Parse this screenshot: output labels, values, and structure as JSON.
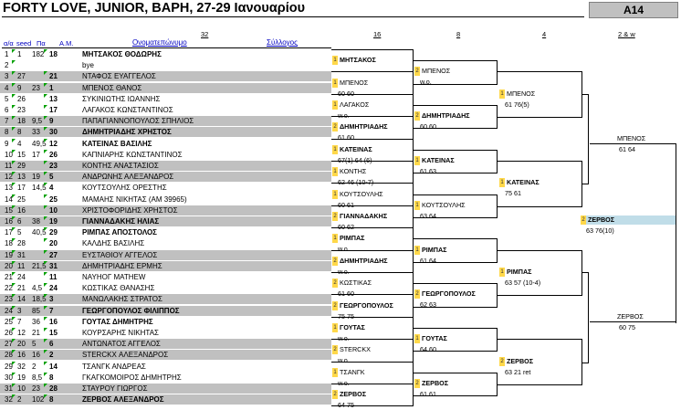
{
  "title": "FORTY LOVE, JUNIOR, ΒΑΡΗ, 27-29 Ιανουαρίου",
  "category": "A14",
  "headers": {
    "draw_size": "32",
    "col_num": "α/α",
    "col_seed": "seed",
    "col_rank": "Πα",
    "col_am": "Α.Μ.",
    "col_name": "Ονοματεπώνυμο",
    "col_club": "Σύλλογος",
    "r16": "16",
    "r8": "8",
    "r4": "4",
    "final": "2 & w"
  },
  "players": [
    {
      "num": "1",
      "seed": "1",
      "rank": "182",
      "am": "18",
      "name": "ΜΗΤΣΑΚΟΣ ΘΟΔΩΡΗΣ",
      "bold": true
    },
    {
      "num": "2",
      "seed": "",
      "rank": "",
      "am": "",
      "name": "bye",
      "bold": false
    },
    {
      "num": "3",
      "seed": "27",
      "rank": "",
      "am": "21",
      "name": "ΝΤΑΦΟΣ ΕΥΑΓΓΕΛΟΣ",
      "bold": false
    },
    {
      "num": "4",
      "seed": "9",
      "rank": "23",
      "am": "1",
      "name": "ΜΠΕΝΟΣ ΘΑΝΟΣ",
      "bold": false
    },
    {
      "num": "5",
      "seed": "26",
      "rank": "",
      "am": "13",
      "name": "ΣΥΚΙΝΙΩΤΗΣ ΙΩΑΝΝΗΣ",
      "bold": false
    },
    {
      "num": "6",
      "seed": "23",
      "rank": "",
      "am": "17",
      "name": "ΛΑΓΑΚΟΣ ΚΩΝΣΤΑΝΤΙΝΟΣ",
      "bold": false
    },
    {
      "num": "7",
      "seed": "18",
      "rank": "9,5",
      "am": "9",
      "name": "ΠΑΠΑΓΙΑΝΝΟΠΟΥΛΟΣ ΣΠΗΛΙΟΣ",
      "bold": false
    },
    {
      "num": "8",
      "seed": "8",
      "rank": "33",
      "am": "30",
      "name": "ΔΗΜΗΤΡΙΑΔΗΣ ΧΡΗΣΤΟΣ",
      "bold": true
    },
    {
      "num": "9",
      "seed": "4",
      "rank": "49,5",
      "am": "12",
      "name": "ΚΑΤΕΙΝΑΣ ΒΑΣΙΛΗΣ",
      "bold": true
    },
    {
      "num": "10",
      "seed": "15",
      "rank": "17",
      "am": "26",
      "name": "ΚΑΠΝΙΑΡΗΣ ΚΩΝΣΤΑΝΤΙΝΟΣ",
      "bold": false
    },
    {
      "num": "11",
      "seed": "29",
      "rank": "",
      "am": "23",
      "name": "ΚΟΝΤΗΣ ΑΝΑΣΤΑΣΙΟΣ",
      "bold": false
    },
    {
      "num": "12",
      "seed": "13",
      "rank": "19",
      "am": "5",
      "name": "ΑΝΔΡΩΝΗΣ ΑΛΕΞΑΝΔΡΟΣ",
      "bold": false
    },
    {
      "num": "13",
      "seed": "17",
      "rank": "14,5",
      "am": "4",
      "name": "ΚΟΥΤΣΟΥΛΗΣ ΟΡΕΣΤΗΣ",
      "bold": false
    },
    {
      "num": "14",
      "seed": "25",
      "rank": "",
      "am": "25",
      "name": "ΜΑΜΑΗΣ ΝΙΚΗΤΑΣ (ΑΜ 39965)",
      "bold": false
    },
    {
      "num": "15",
      "seed": "16",
      "rank": "",
      "am": "10",
      "name": "ΧΡΙΣΤΟΦΟΡΙΔΗΣ ΧΡΗΣΤΟΣ",
      "bold": false
    },
    {
      "num": "16",
      "seed": "6",
      "rank": "38",
      "am": "19",
      "name": "ΓΙΑΝΝΑΔΑΚΗΣ ΗΛΙΑΣ",
      "bold": true
    },
    {
      "num": "17",
      "seed": "5",
      "rank": "40,5",
      "am": "29",
      "name": "ΡΙΜΠΑΣ ΑΠΟΣΤΟΛΟΣ",
      "bold": true
    },
    {
      "num": "18",
      "seed": "28",
      "rank": "",
      "am": "20",
      "name": "ΚΑΛΔΗΣ ΒΑΣΙΛΗΣ",
      "bold": false
    },
    {
      "num": "19",
      "seed": "31",
      "rank": "",
      "am": "27",
      "name": "ΕΥΣΤΑΘΙΟΥ ΑΓΓΕΛΟΣ",
      "bold": false
    },
    {
      "num": "20",
      "seed": "11",
      "rank": "21,5",
      "am": "31",
      "name": "ΔΗΜΗΤΡΙΑΔΗΣ ΕΡΜΗΣ",
      "bold": false
    },
    {
      "num": "21",
      "seed": "24",
      "rank": "",
      "am": "11",
      "name": "ΝΑΥΗΟΓ ΜΑΤΗΕW",
      "bold": false
    },
    {
      "num": "22",
      "seed": "21",
      "rank": "4,5",
      "am": "24",
      "name": "ΚΩΣΤΙΚΑΣ ΘΑΝΑΣΗΣ",
      "bold": false
    },
    {
      "num": "23",
      "seed": "14",
      "rank": "18,5",
      "am": "3",
      "name": "ΜΑΝΩΛΑΚΗΣ ΣΤΡΑΤΟΣ",
      "bold": false
    },
    {
      "num": "24",
      "seed": "3",
      "rank": "85",
      "am": "7",
      "name": "ΓΕΩΡΓΟΠΟΥΛΟΣ ΦΙΛΙΠΠΟΣ",
      "bold": true
    },
    {
      "num": "25",
      "seed": "7",
      "rank": "36",
      "am": "16",
      "name": "ΓΟΥΤΑΣ ΔΗΜΗΤΡΗΣ",
      "bold": true
    },
    {
      "num": "26",
      "seed": "12",
      "rank": "21",
      "am": "15",
      "name": "ΚΟΥΡΣΑΡΗΣ ΝΙΚΗΤΑΣ",
      "bold": false
    },
    {
      "num": "27",
      "seed": "20",
      "rank": "5",
      "am": "6",
      "name": "ΑΝΤΩΝΑΤΟΣ ΑΓΓΕΛΟΣ",
      "bold": false
    },
    {
      "num": "28",
      "seed": "16",
      "rank": "16",
      "am": "2",
      "name": "STERCKX ΑΛΕΞΑΝΔΡΟΣ",
      "bold": false
    },
    {
      "num": "29",
      "seed": "32",
      "rank": "2",
      "am": "14",
      "name": "ΤΣΑΝΓΚ ΑΝΔΡΕΑΣ",
      "bold": false
    },
    {
      "num": "30",
      "seed": "19",
      "rank": "8,5",
      "am": "8",
      "name": "ΓΚΑΓΚΟΜΟΙΡΟΣ ΔΗΜΗΤΡΗΣ",
      "bold": false
    },
    {
      "num": "31",
      "seed": "10",
      "rank": "23",
      "am": "28",
      "name": "ΣΤΑΥΡΟΥ ΓΙΩΡΓΟΣ",
      "bold": false
    },
    {
      "num": "32",
      "seed": "2",
      "rank": "102",
      "am": "8",
      "name": "ΖΕΡΒΟΣ ΑΛΕΞΑΝΔΡΟΣ",
      "bold": true
    }
  ],
  "r16": [
    {
      "mk": "1",
      "name": "ΜΗΤΣΑΚΟΣ",
      "score": "",
      "bold": true
    },
    {
      "mk": "1",
      "name": "ΜΠΕΝΟΣ",
      "score": "60 60",
      "bold": false
    },
    {
      "mk": "1",
      "name": "ΛΑΓΑΚΟΣ",
      "score": "w.o.",
      "bold": false
    },
    {
      "mk": "2",
      "name": "ΔΗΜΗΤΡΙΑΔΗΣ",
      "score": "61 60",
      "bold": true
    },
    {
      "mk": "1",
      "name": "ΚΑΤΕΙΝΑΣ",
      "score": "67(1) 64 (6)",
      "bold": true
    },
    {
      "mk": "1",
      "name": "ΚΟΝΤΗΣ",
      "score": "62 46 (10-7)",
      "bold": false
    },
    {
      "mk": "1",
      "name": "ΚΟΥΤΣΟΥΛΗΣ",
      "score": "60 61",
      "bold": false
    },
    {
      "mk": "2",
      "name": "ΓΙΑΝΝΑΔΑΚΗΣ",
      "score": "60 62",
      "bold": true
    },
    {
      "mk": "1",
      "name": "ΡΙΜΠΑΣ",
      "score": "w.o.",
      "bold": true
    },
    {
      "mk": "2",
      "name": "ΔΗΜΗΤΡΙΑΔΗΣ",
      "score": "w.o.",
      "bold": true
    },
    {
      "mk": "2",
      "name": "ΚΩΣΤΙΚΑΣ",
      "score": "61 60",
      "bold": false
    },
    {
      "mk": "2",
      "name": "ΓΕΩΡΓΟΠΟΥΛΟΣ",
      "score": "75 75",
      "bold": true
    },
    {
      "mk": "1",
      "name": "ΓΟΥΤΑΣ",
      "score": "w.o.",
      "bold": true
    },
    {
      "mk": "2",
      "name": "STERCKX",
      "score": "w.o.",
      "bold": false
    },
    {
      "mk": "1",
      "name": "ΤΣΑΝΓΚ",
      "score": "w.o.",
      "bold": false
    },
    {
      "mk": "2",
      "name": "ΖΕΡΒΟΣ",
      "score": "64 75",
      "bold": true
    }
  ],
  "r8": [
    {
      "mk": "2",
      "name": "ΜΠΕΝΟΣ",
      "score": "w.o.",
      "bold": false
    },
    {
      "mk": "2",
      "name": "ΔΗΜΗΤΡΙΑΔΗΣ",
      "score": "60 60",
      "bold": true
    },
    {
      "mk": "1",
      "name": "ΚΑΤΕΙΝΑΣ",
      "score": "61 63",
      "bold": true
    },
    {
      "mk": "1",
      "name": "ΚΟΥΤΣΟΥΛΗΣ",
      "score": "63 64",
      "bold": false
    },
    {
      "mk": "1",
      "name": "ΡΙΜΠΑΣ",
      "score": "61 64",
      "bold": true
    },
    {
      "mk": "2",
      "name": "ΓΕΩΡΓΟΠΟΥΛΟΣ",
      "score": "62 63",
      "bold": true
    },
    {
      "mk": "1",
      "name": "ΓΟΥΤΑΣ",
      "score": "64 60",
      "bold": true
    },
    {
      "mk": "2",
      "name": "ΖΕΡΒΟΣ",
      "score": "61 61",
      "bold": true
    }
  ],
  "r4": [
    {
      "mk": "1",
      "name": "ΜΠΕΝΟΣ",
      "score": "61 76(5)",
      "bold": false
    },
    {
      "mk": "1",
      "name": "ΚΑΤΕΙΝΑΣ",
      "score": "75 61",
      "bold": true
    },
    {
      "mk": "1",
      "name": "ΡΙΜΠΑΣ",
      "score": "63 57 (10-4)",
      "bold": true
    },
    {
      "mk": "2",
      "name": "ΖΕΡΒΟΣ",
      "score": "63 21 ret",
      "bold": true
    }
  ],
  "semis": [
    {
      "mk": "",
      "name": "ΜΠΕΝΟΣ",
      "score": "61 64"
    },
    {
      "mk": "",
      "name": "ΖΕΡΒΟΣ",
      "score": "60 75"
    }
  ],
  "winner": {
    "mk": "2",
    "name": "ΖΕΡΒΟΣ",
    "score": "63 76(10)"
  }
}
